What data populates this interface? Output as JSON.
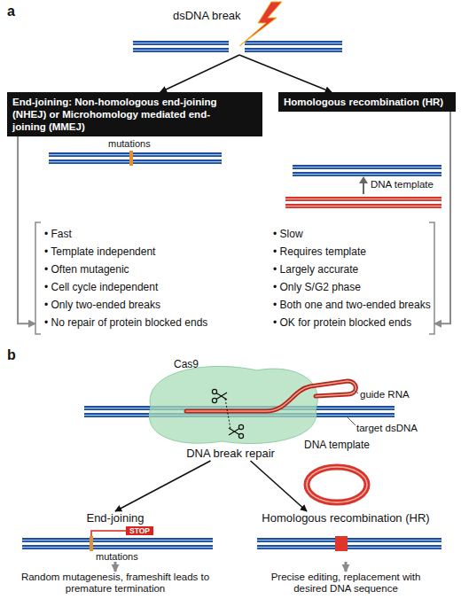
{
  "diagram": {
    "nodes": [
      {
        "text": [
          "dsDNA break"
        ]
      },
      {
        "text": [
          "End-joining: Non-homologous end-joining (NHEJ) or Microhomology mediated end-joining (MMEJ)"
        ]
      },
      {
        "text": [
          "Homologous recombination (HR)"
        ]
      },
      {
        "text": [
          "• Fast",
          "• Template independent",
          "• Often mutagenic",
          "• Cell cycle independent",
          "• Only two-ended breaks",
          "• No repair of protein blocked ends"
        ]
      },
      {
        "text": [
          "• Slow",
          "• Requires template",
          "• Largely accurate",
          "• Only S/G2 phase",
          "• Both one and two-ended breaks",
          "• OK for protein blocked ends"
        ]
      },
      {
        "text": [
          "DNA break repair"
        ]
      },
      {
        "text": [
          "DNA template"
        ]
      },
      {
        "text": [
          "End-joining"
        ]
      },
      {
        "text": [
          "Homologous recombination (HR)"
        ]
      },
      {
        "text": [
          "Random mutagenesis, frameshift leads to premature termination"
        ]
      },
      {
        "text": [
          "Precise editing, replacement with desired DNA sequence"
        ]
      }
    ],
    "edges": [
      {
        "from": 0,
        "to": 1,
        "arrow": "to"
      },
      {
        "from": 0,
        "to": 2,
        "arrow": "to"
      },
      {
        "from": 1,
        "to": 3,
        "arrow": "to"
      },
      {
        "from": 2,
        "to": 4,
        "arrow": "to"
      },
      {
        "from": 5,
        "to": 7,
        "arrow": "to"
      },
      {
        "from": 5,
        "to": 8,
        "arrow": "to"
      },
      {
        "from": 7,
        "to": 9,
        "arrow": "to"
      },
      {
        "from": 8,
        "to": 10,
        "arrow": "to"
      }
    ],
    "labels": [
      "a",
      "mutations",
      "DNA template",
      "b",
      "Cas9",
      "guide RNA",
      "target dsDNA",
      "STOP",
      "mutations"
    ]
  }
}
